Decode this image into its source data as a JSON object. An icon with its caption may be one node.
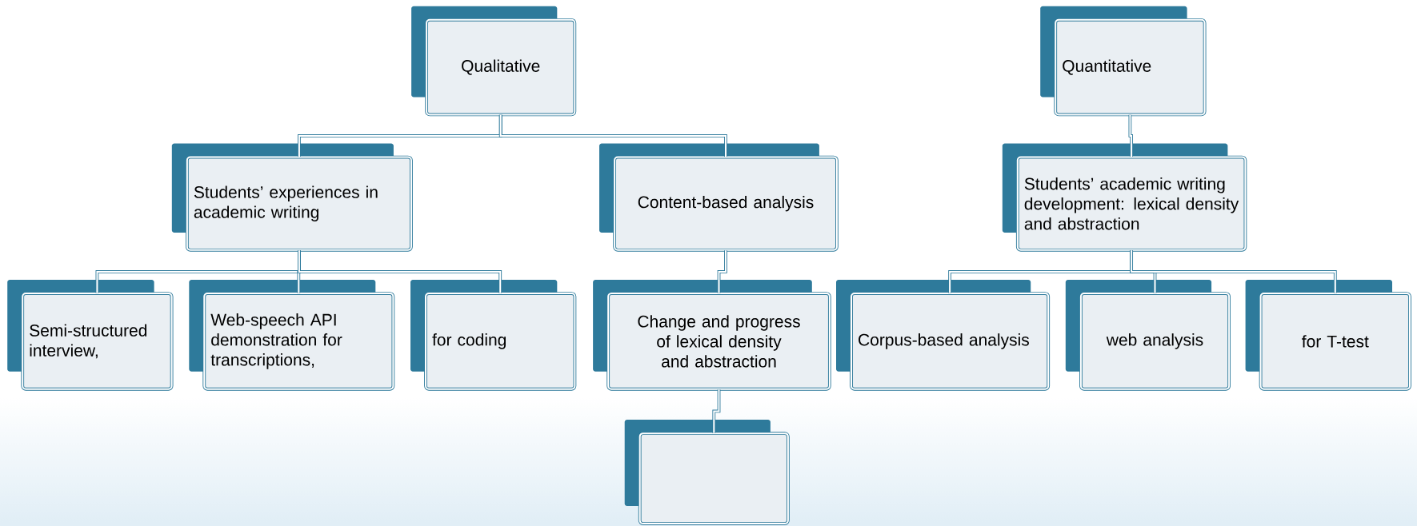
{
  "diagram": {
    "nodes": [
      {
        "text": [
          "Qualitative"
        ]
      },
      {
        "text": [
          "Quantitative"
        ]
      },
      {
        "text": [
          "Students’ experiences in academic writing"
        ]
      },
      {
        "text": [
          "Content-based analysis"
        ]
      },
      {
        "text": [
          "Students’ academic writing development: lexical density and abstraction"
        ]
      },
      {
        "text": [
          "Semi-structured interview,"
        ]
      },
      {
        "text": [
          "Web-speech API demonstration for transcriptions,"
        ]
      },
      {
        "text": [
          "for coding"
        ]
      },
      {
        "text": [
          "Change and progress of lexical density and abstraction"
        ]
      },
      {
        "text": [],
        "shape": "box"
      },
      {
        "text": [
          "Corpus-based analysis"
        ]
      },
      {
        "text": [
          "web analysis"
        ]
      },
      {
        "text": [
          "for T-test"
        ]
      }
    ],
    "edges": [
      {
        "from": 0,
        "to": 2,
        "arrow": "none"
      },
      {
        "from": 0,
        "to": 3,
        "arrow": "none"
      },
      {
        "from": 1,
        "to": 4,
        "arrow": "none"
      },
      {
        "from": 2,
        "to": 5,
        "arrow": "none"
      },
      {
        "from": 2,
        "to": 6,
        "arrow": "none"
      },
      {
        "from": 2,
        "to": 7,
        "arrow": "none"
      },
      {
        "from": 3,
        "to": 8,
        "arrow": "none"
      },
      {
        "from": 8,
        "to": 9,
        "arrow": "none"
      },
      {
        "from": 4,
        "to": 10,
        "arrow": "none"
      },
      {
        "from": 4,
        "to": 11,
        "arrow": "none"
      },
      {
        "from": 4,
        "to": 12,
        "arrow": "none"
      }
    ]
  }
}
